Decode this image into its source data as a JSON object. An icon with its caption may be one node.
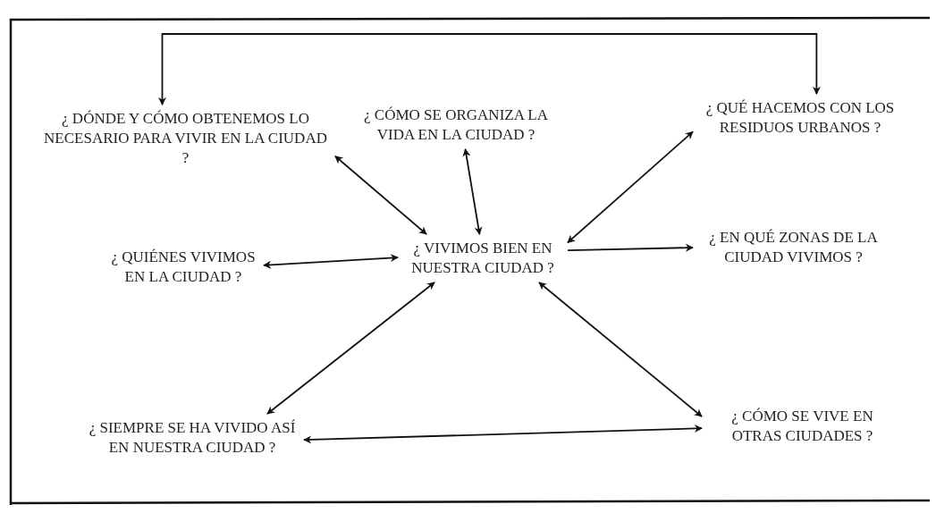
{
  "diagram": {
    "nodes": [
      {
        "text": [
          "¿ DÓNDE Y CÓMO OBTENEMOS LO NECESARIO PARA VIVIR EN LA CIUDAD ?"
        ]
      },
      {
        "text": [
          "¿ CÓMO SE ORGANIZA LA VIDA EN LA CIUDAD ?"
        ]
      },
      {
        "text": [
          "¿ QUÉ HACEMOS CON LOS RESIDUOS URBANOS ?"
        ]
      },
      {
        "text": [
          "¿ QUIÉNES VIVIMOS EN LA CIUDAD ?"
        ]
      },
      {
        "text": [
          "¿ VIVIMOS BIEN EN NUESTRA CIUDAD ?"
        ]
      },
      {
        "text": [
          "¿ EN QUÉ ZONAS DE LA CIUDAD VIVIMOS ?"
        ]
      },
      {
        "text": [
          "¿ SIEMPRE SE HA VIVIDO ASÍ EN NUESTRA CIUDAD ?"
        ]
      },
      {
        "text": [
          "¿ CÓMO SE VIVE EN OTRAS CIUDADES ?"
        ]
      }
    ],
    "edges": [
      {
        "from": 0,
        "to": 4,
        "arrow": "both"
      },
      {
        "from": 1,
        "to": 4,
        "arrow": "both"
      },
      {
        "from": 2,
        "to": 4,
        "arrow": "both"
      },
      {
        "from": 3,
        "to": 4,
        "arrow": "both"
      },
      {
        "from": 4,
        "to": 5,
        "arrow": "to"
      },
      {
        "from": 4,
        "to": 6,
        "arrow": "both"
      },
      {
        "from": 4,
        "to": 7,
        "arrow": "both"
      },
      {
        "from": 6,
        "to": 7,
        "arrow": "both"
      },
      {
        "from": 0,
        "to": 2,
        "arrow": "both"
      }
    ]
  }
}
